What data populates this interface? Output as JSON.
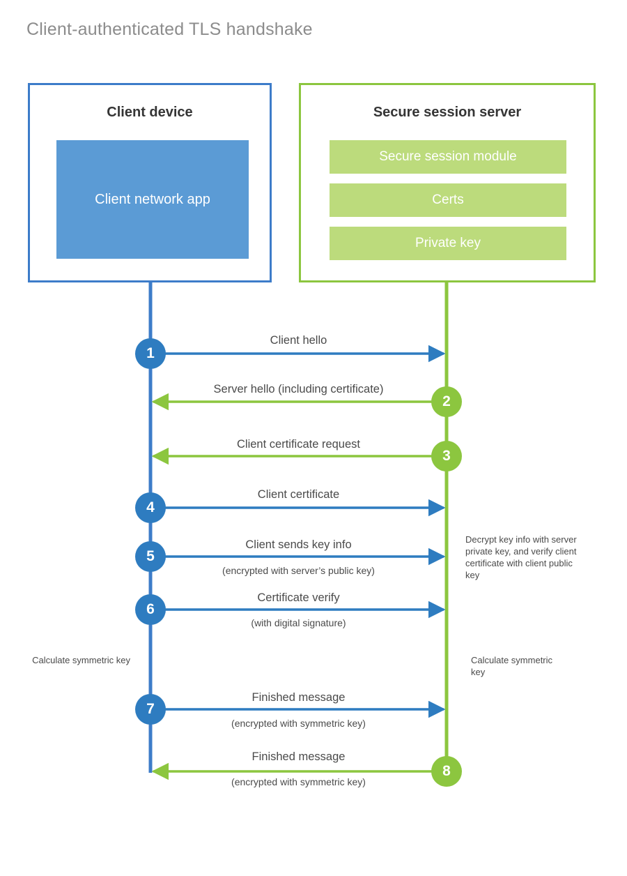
{
  "title": "Client-authenticated TLS handshake",
  "colors": {
    "client_accent": "#3d7cc9",
    "client_fill": "#5b9bd5",
    "server_accent": "#8cc63f",
    "server_fill": "#bcdb7c",
    "step_blue": "#2e7cc0",
    "step_green": "#8cc63f",
    "title_gray": "#8c8c8c",
    "text_gray": "#4a4a4a"
  },
  "participants": {
    "client": {
      "title": "Client device",
      "blocks": [
        {
          "label": "Client network app"
        }
      ]
    },
    "server": {
      "title": "Secure session server",
      "blocks": [
        {
          "label": "Secure session module"
        },
        {
          "label": "Certs"
        },
        {
          "label": "Private key"
        }
      ]
    }
  },
  "steps": [
    {
      "number": "1",
      "label": "Client hello",
      "sub": "",
      "direction": "client-to-server",
      "color": "blue"
    },
    {
      "number": "2",
      "label": "Server hello (including certificate)",
      "sub": "",
      "direction": "server-to-client",
      "color": "green"
    },
    {
      "number": "3",
      "label": "Client certificate request",
      "sub": "",
      "direction": "server-to-client",
      "color": "green"
    },
    {
      "number": "4",
      "label": "Client certificate",
      "sub": "",
      "direction": "client-to-server",
      "color": "blue"
    },
    {
      "number": "5",
      "label": "Client sends key info",
      "sub": "(encrypted with server’s public key)",
      "direction": "client-to-server",
      "color": "blue"
    },
    {
      "number": "6",
      "label": "Certificate verify",
      "sub": "(with digital signature)",
      "direction": "client-to-server",
      "color": "blue"
    },
    {
      "number": "7",
      "label": "Finished message",
      "sub": "(encrypted with symmetric key)",
      "direction": "client-to-server",
      "color": "blue"
    },
    {
      "number": "8",
      "label": "Finished message",
      "sub": "(encrypted with symmetric key)",
      "direction": "server-to-client",
      "color": "green"
    }
  ],
  "notes": {
    "server_decrypt": "Decrypt key info with server private key, and verify client certificate with client public key",
    "client_calculate": "Calculate symmetric key",
    "server_calculate": "Calculate symmetric key"
  }
}
